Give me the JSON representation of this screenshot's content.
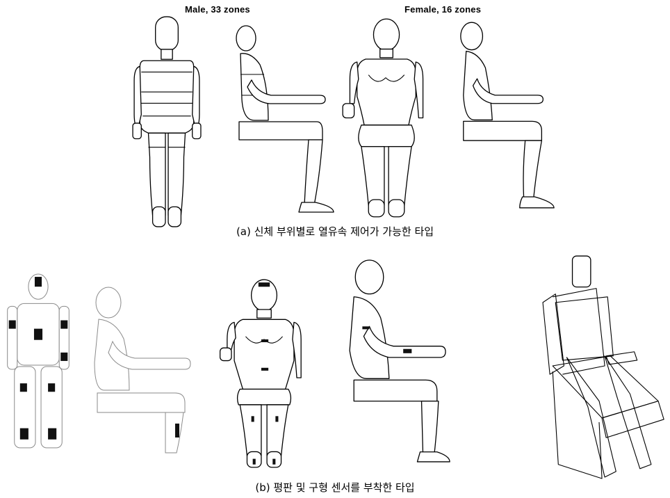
{
  "panel_a": {
    "male_header": "Male, 33 zones",
    "female_header": "Female, 16 zones",
    "caption": "(a) 신체 부위별로 열유속 제어가 가능한 타입"
  },
  "panel_b": {
    "caption": "(b) 평판 및 구형 센서를 부착한 타입"
  },
  "icons": [
    "male-manikin-front",
    "male-manikin-seated-side",
    "female-manikin-front",
    "female-manikin-seated-side",
    "sensor-manikin-back",
    "sensor-manikin-seated-side",
    "sensor-manikin-front",
    "sensor-manikin-seated-side-2",
    "manikin-on-seat-3d"
  ]
}
